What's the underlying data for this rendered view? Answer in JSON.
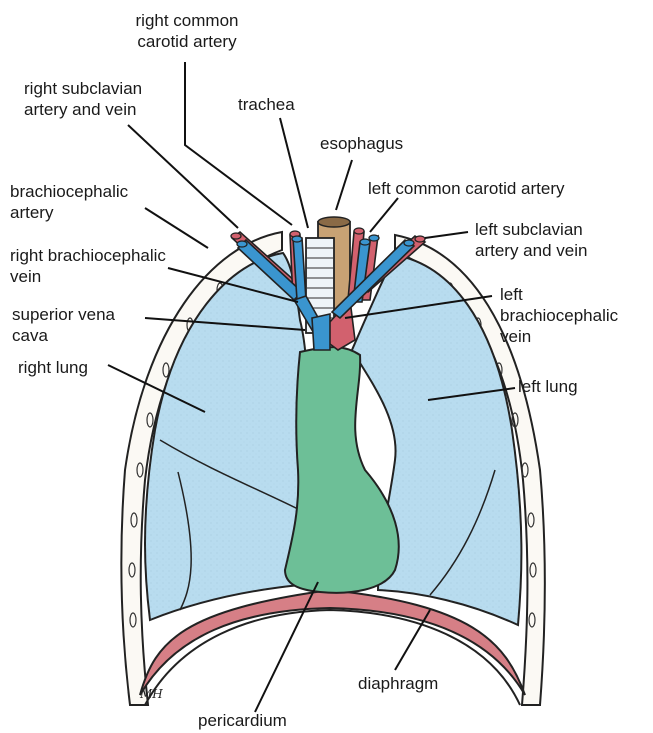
{
  "labels": {
    "right_common_carotid": "right common\ncarotid artery",
    "right_subclavian": "right subclavian\nartery and vein",
    "trachea": "trachea",
    "esophagus": "esophagus",
    "left_common_carotid": "left common carotid artery",
    "brachiocephalic_artery": "brachiocephalic\nartery",
    "left_subclavian": "left subclavian\nartery and vein",
    "right_brachiocephalic_vein": "right brachiocephalic\nvein",
    "left_brachiocephalic_vein": "left\nbrachiocephalic\nvein",
    "superior_vena_cava": "superior vena\ncava",
    "right_lung": "right lung",
    "left_lung": "left lung",
    "diaphragm": "diaphragm",
    "pericardium": "pericardium",
    "signature": "MH"
  },
  "colors": {
    "lung": "#b8dcef",
    "heart": "#6dbf97",
    "artery": "#d2616e",
    "vein": "#3a95cf",
    "diaphragm": "#d67f86",
    "outline": "#222222"
  }
}
